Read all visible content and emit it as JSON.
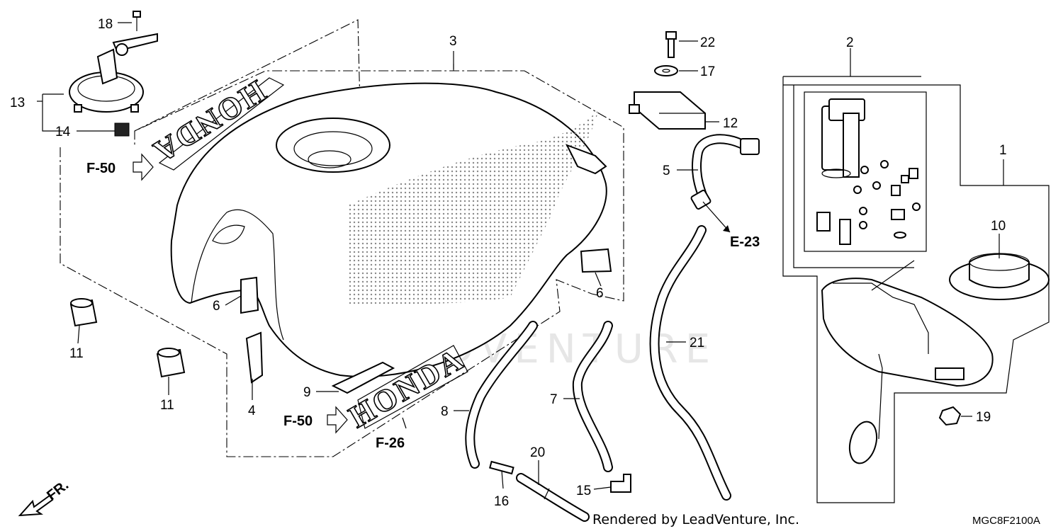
{
  "diagram": {
    "callouts": {
      "c1": "1",
      "c2": "2",
      "c3": "3",
      "c4": "4",
      "c5": "5",
      "c6a": "6",
      "c6b": "6",
      "c7": "7",
      "c8": "8",
      "c9": "9",
      "c10": "10",
      "c11a": "11",
      "c11b": "11",
      "c12": "12",
      "c13": "13",
      "c14": "14",
      "c15": "15",
      "c16": "16",
      "c17": "17",
      "c18": "18",
      "c19": "19",
      "c20": "20",
      "c21": "21",
      "c22": "22"
    },
    "refs": {
      "f50_top": "F-50",
      "f50_bottom": "F-50",
      "f26": "F-26",
      "e23": "E-23"
    },
    "brand_top": "HONDA",
    "brand_bottom": "HONDA",
    "watermark": "LEADVENTURE",
    "front_indicator": "FR.",
    "credit": "Rendered by LeadVenture, Inc.",
    "diagram_code": "MGC8F2100A"
  }
}
